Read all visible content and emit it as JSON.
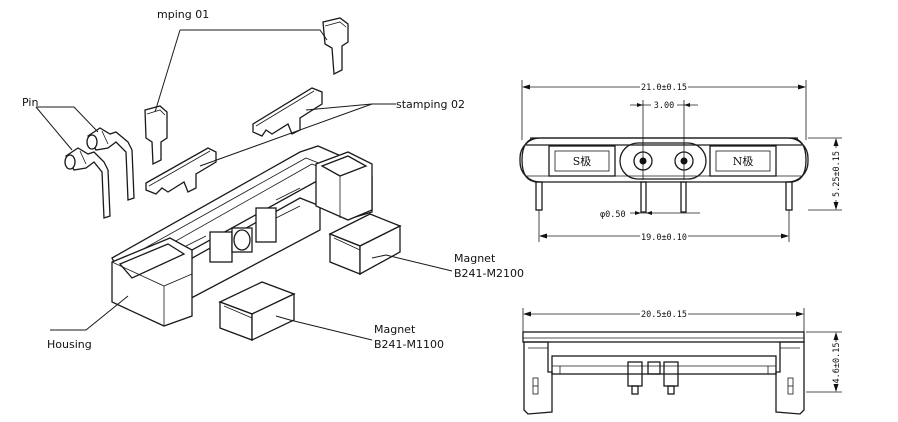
{
  "exploded_view": {
    "labels": {
      "stamping_01": "mping 01",
      "pin": "Pin",
      "stamping_02": "stamping 02",
      "housing": "Housing",
      "magnet_1_title": "Magnet",
      "magnet_1_part": "B241-M2100",
      "magnet_2_title": "Magnet",
      "magnet_2_part": "B241-M1100"
    }
  },
  "top_view": {
    "overall_width": "21.0±0.15",
    "pin_pitch": "3.00",
    "height": "5.25±0.15",
    "pin_diameter": "φ0.50",
    "pin_span": "19.0±0.10",
    "south_label": "S极",
    "north_label": "N极"
  },
  "side_view": {
    "width": "20.5±0.15",
    "height": "4.6±0.15"
  }
}
